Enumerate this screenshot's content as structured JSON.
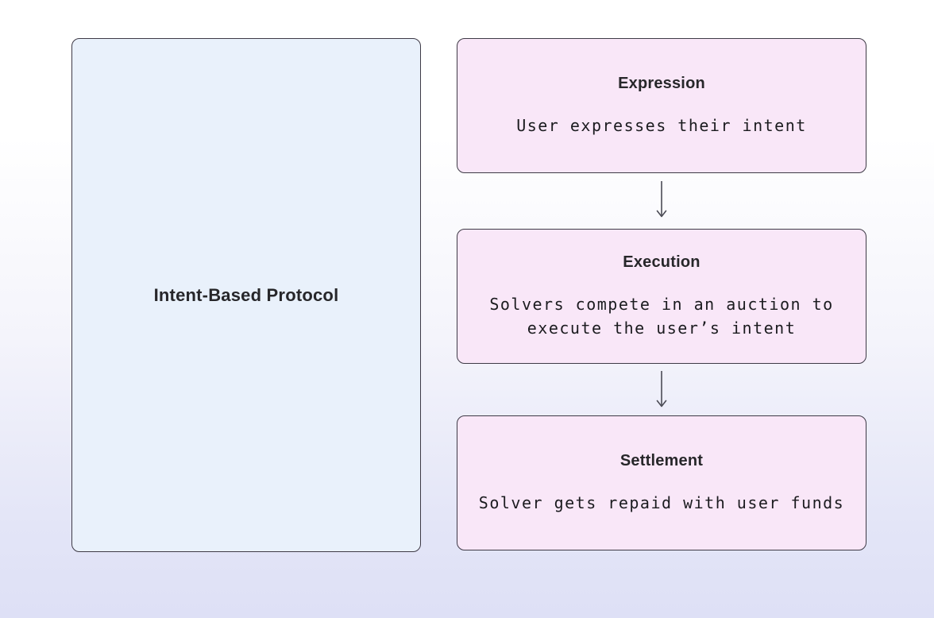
{
  "diagram": {
    "protocol_box": {
      "label": "Intent-Based Protocol"
    },
    "stages": [
      {
        "title": "Expression",
        "description": "User expresses their intent"
      },
      {
        "title": "Execution",
        "description": "Solvers compete in an auction to execute the user’s intent"
      },
      {
        "title": "Settlement",
        "description": "Solver gets repaid with user funds"
      }
    ],
    "arrows": [
      {
        "name": "expression-to-execution",
        "direction": "down"
      },
      {
        "name": "execution-to-settlement",
        "direction": "down"
      }
    ],
    "colors": {
      "background_top": "#ffffff",
      "background_bottom": "#dee0f6",
      "stage_box_fill": "#f9e7f8",
      "protocol_box_fill": "#e9f1fb",
      "box_border": "#3e3a46",
      "title_text": "#27272a",
      "body_text": "#1b1b1f",
      "arrow": "#4b4b55"
    }
  }
}
